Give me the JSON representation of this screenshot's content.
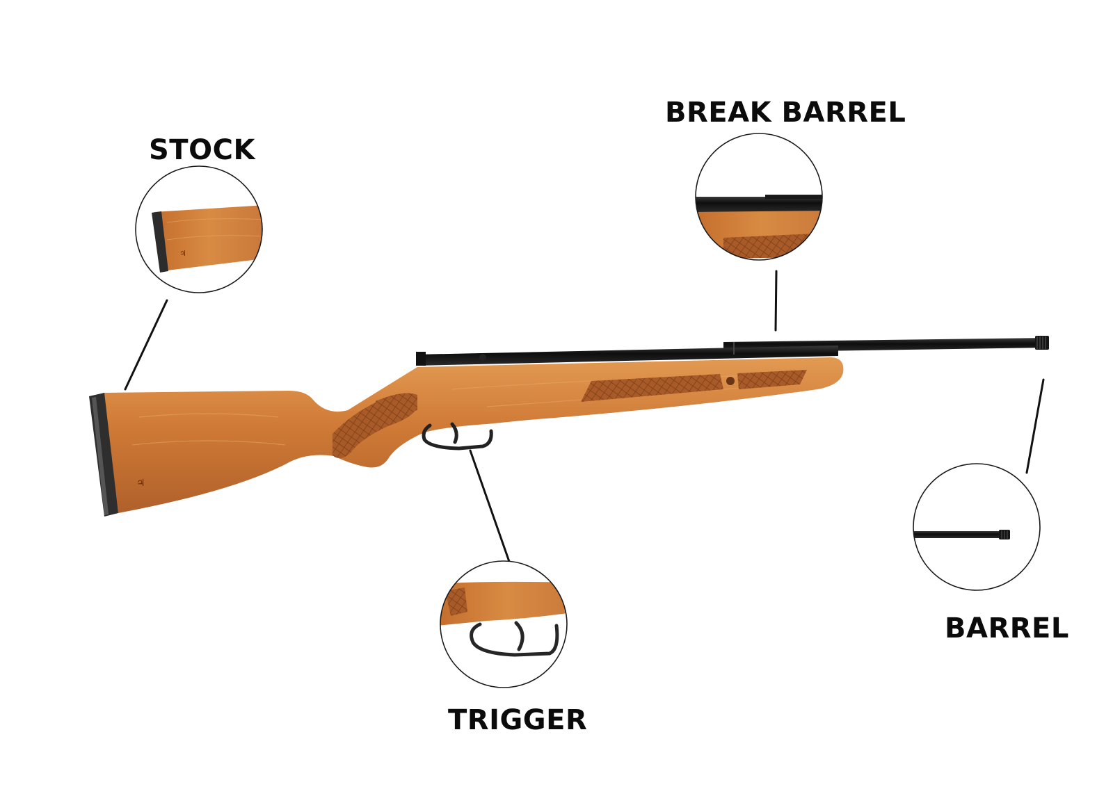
{
  "labels": {
    "stock": "STOCK",
    "break_barrel": "BREAK BARREL",
    "trigger": "TRIGGER",
    "barrel": "BARREL"
  },
  "colors": {
    "background": "#ffffff",
    "label_text": "#0b0b0b",
    "wood_light": "#d98a3e",
    "wood_mid": "#c27030",
    "wood_dark": "#a25a22",
    "checkering": "#8e4c22",
    "metal": "#1c1c1c",
    "butt_pad": "#3a3a3a",
    "callout_circle": "#1a1a1a",
    "leader_line": "#111111"
  },
  "icons": {
    "stock_logo": "gamo-style-logo-icon"
  }
}
